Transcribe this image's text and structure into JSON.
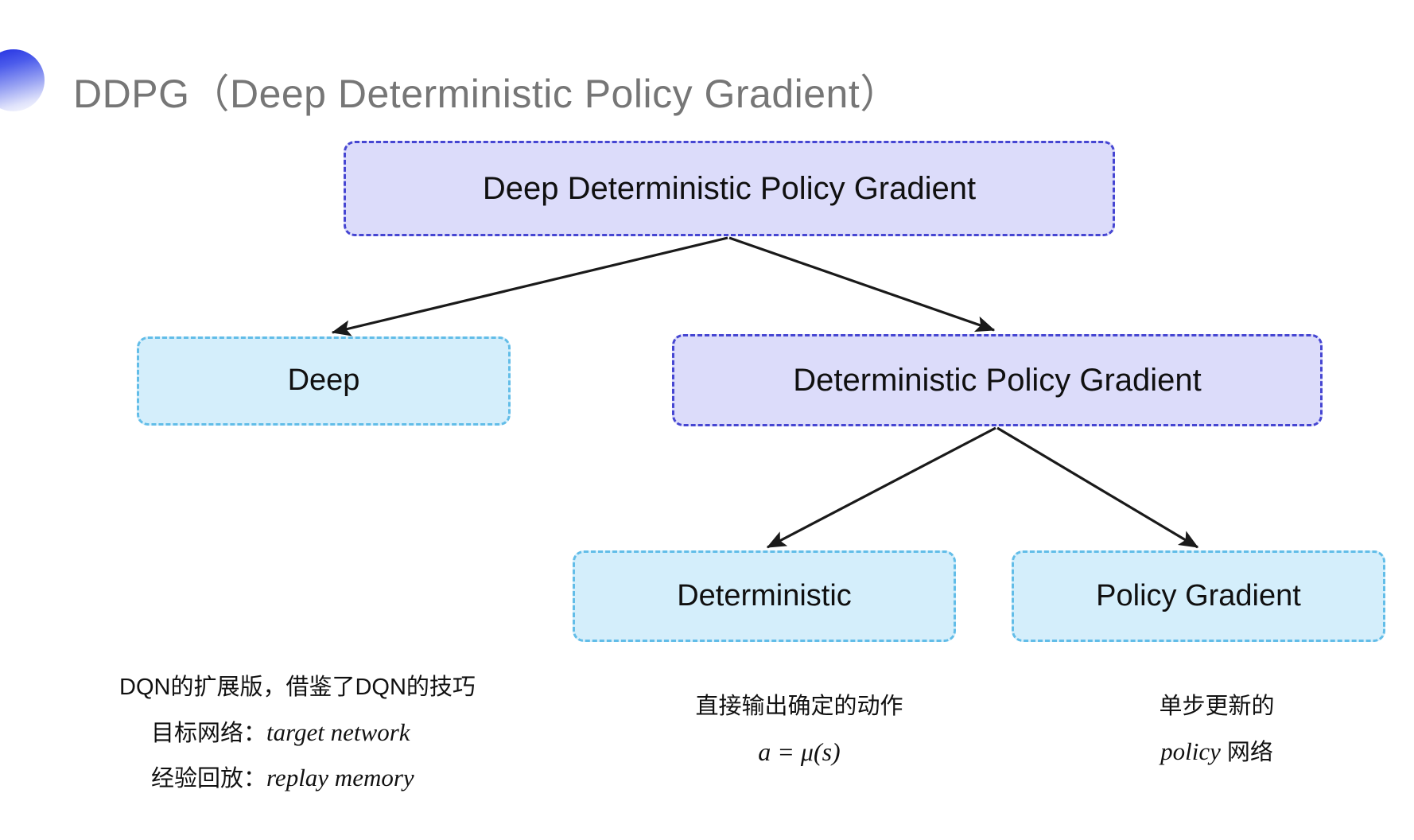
{
  "slide": {
    "title": "DDPG（Deep Deterministic Policy Gradient）",
    "decoration_icon": "half-circle-gradient-icon",
    "background_color": "#ffffff",
    "title_color": "#767676"
  },
  "colors": {
    "purple_fill": "#dcdcfa",
    "purple_border": "#4646d2",
    "blue_fill": "#d4eefb",
    "blue_border": "#62bde8",
    "arrow": "#1a1a1a"
  },
  "diagram": {
    "type": "tree",
    "nodes": [
      {
        "id": "ddpg",
        "label": "Deep Deterministic Policy Gradient",
        "style": "purple"
      },
      {
        "id": "deep",
        "label": "Deep",
        "style": "blue"
      },
      {
        "id": "dpg",
        "label": "Deterministic Policy Gradient",
        "style": "purple"
      },
      {
        "id": "deterministic",
        "label": "Deterministic",
        "style": "blue"
      },
      {
        "id": "policy_gradient",
        "label": "Policy Gradient",
        "style": "blue"
      }
    ],
    "edges": [
      {
        "from": "ddpg",
        "to": "deep"
      },
      {
        "from": "ddpg",
        "to": "dpg"
      },
      {
        "from": "dpg",
        "to": "deterministic"
      },
      {
        "from": "dpg",
        "to": "policy_gradient"
      }
    ]
  },
  "captions": {
    "deep": {
      "line1": "DQN的扩展版，借鉴了DQN的技巧",
      "line2_label": "目标网络：",
      "line2_term": "target network",
      "line3_label": "经验回放：",
      "line3_term": "replay memory"
    },
    "deterministic": {
      "line1": "直接输出确定的动作",
      "formula": "a = μ(s)"
    },
    "policy_gradient": {
      "line1": "单步更新的",
      "line2_term": "policy",
      "line2_suffix": " 网络"
    }
  }
}
